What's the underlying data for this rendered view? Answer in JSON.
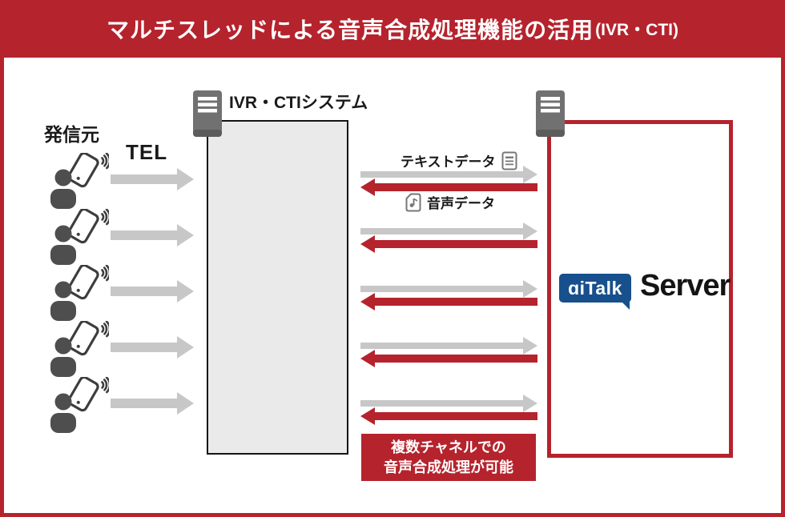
{
  "header": {
    "title": "マルチスレッドによる音声合成処理機能の活用",
    "title_suffix": "(IVR・CTI)"
  },
  "sources": {
    "label": "発信元",
    "tel_label": "TEL",
    "caller_count": 5
  },
  "ivr": {
    "label": "IVR・CTIシステム"
  },
  "flows": {
    "text_data_label": "テキストデータ",
    "voice_data_label": "音声データ",
    "pair_count": 5
  },
  "server": {
    "logo_text": "ɑiTalk",
    "product_label": "Server"
  },
  "callout": {
    "line1": "複数チャネルでの",
    "line2": "音声合成処理が可能"
  },
  "icons": {
    "caller": "person-with-phone-icon",
    "server": "server-tower-icon",
    "text_document": "text-document-icon",
    "audio_file": "audio-file-icon"
  },
  "colors": {
    "accent_red": "#b5232d",
    "arrow_gray": "#c7c7c7",
    "logo_blue": "#17508c",
    "server_icon_gray": "#717171",
    "person_gray": "#4e4e4e",
    "ivr_box_fill": "#eaeaea"
  }
}
